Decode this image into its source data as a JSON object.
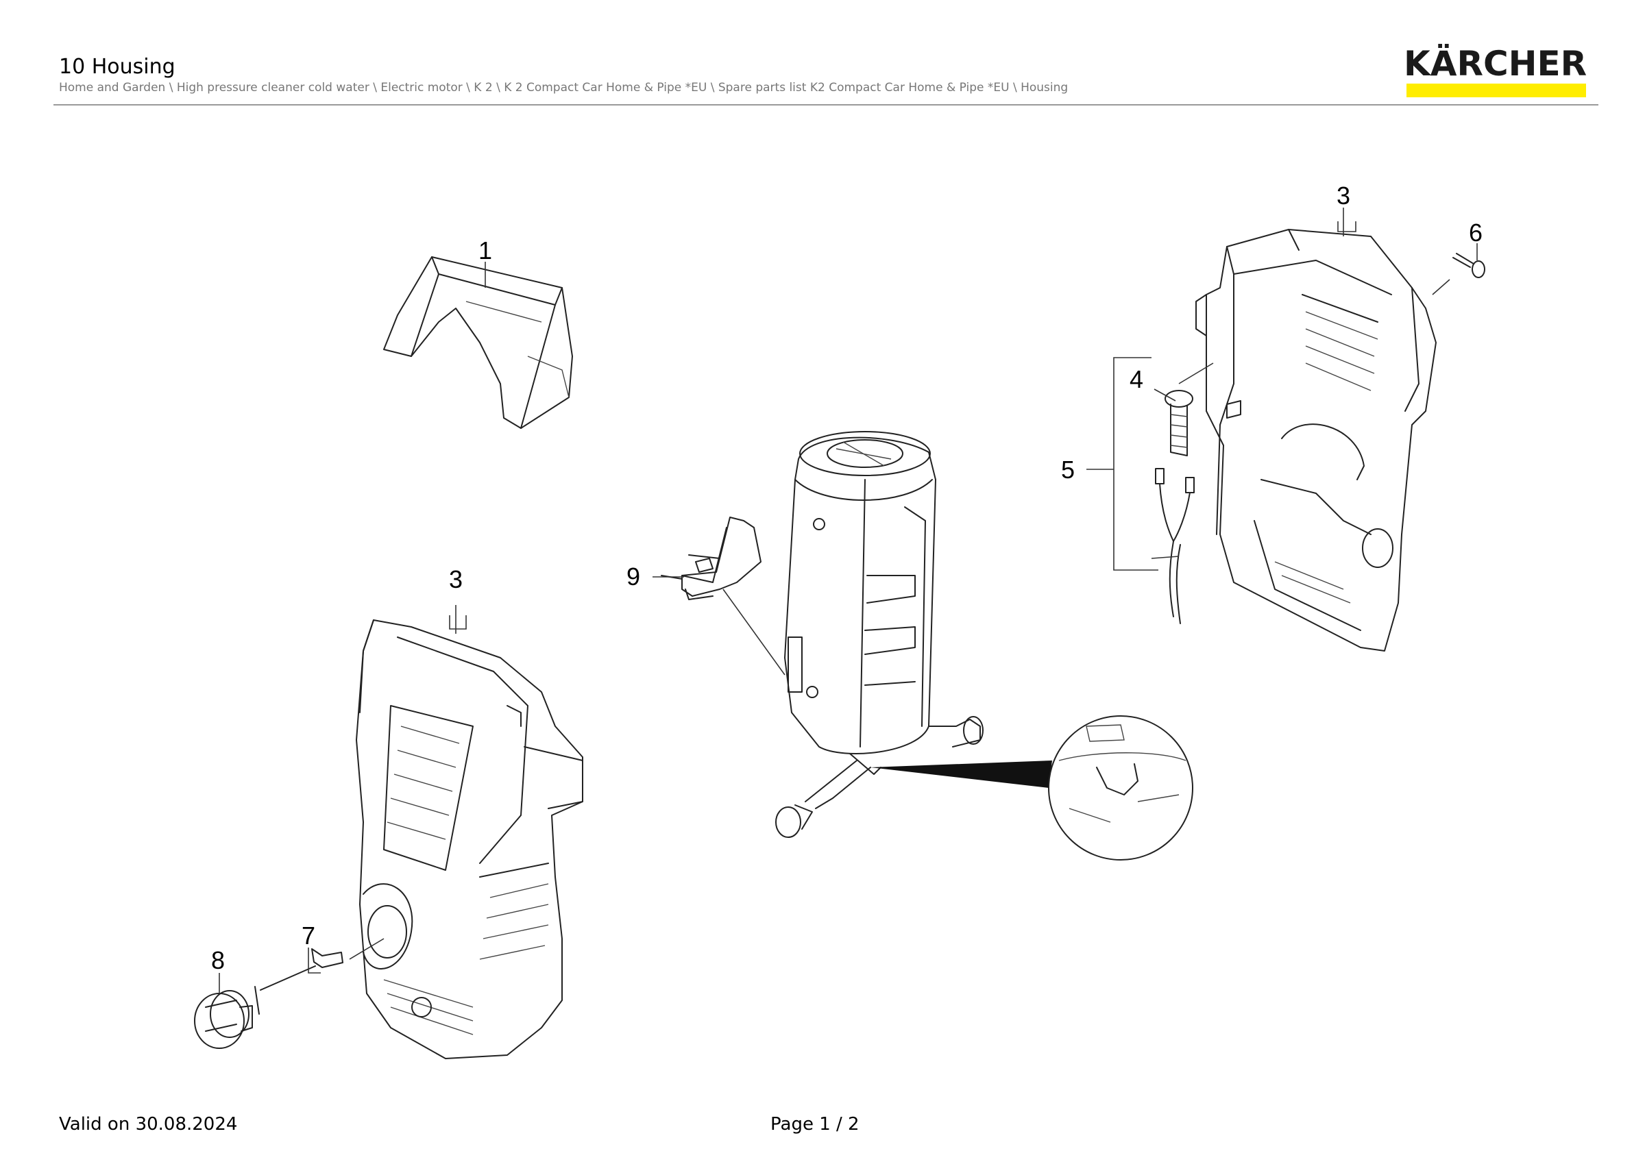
{
  "header": {
    "title": "10 Housing",
    "breadcrumb": "Home and Garden \\ High pressure cleaner cold water \\ Electric motor \\ K 2 \\ K 2 Compact Car Home & Pipe *EU \\ Spare parts list K2 Compact Car Home & Pipe *EU \\ Housing"
  },
  "logo": {
    "text": "KÄRCHER",
    "bar_color": "#ffed00"
  },
  "callouts": {
    "c1": "1",
    "c3_top": "3",
    "c3_left": "3",
    "c4": "4",
    "c5": "5",
    "c6": "6",
    "c7": "7",
    "c8": "8",
    "c9": "9"
  },
  "footer": {
    "valid": "Valid on 30.08.2024",
    "page": "Page 1 / 2"
  }
}
